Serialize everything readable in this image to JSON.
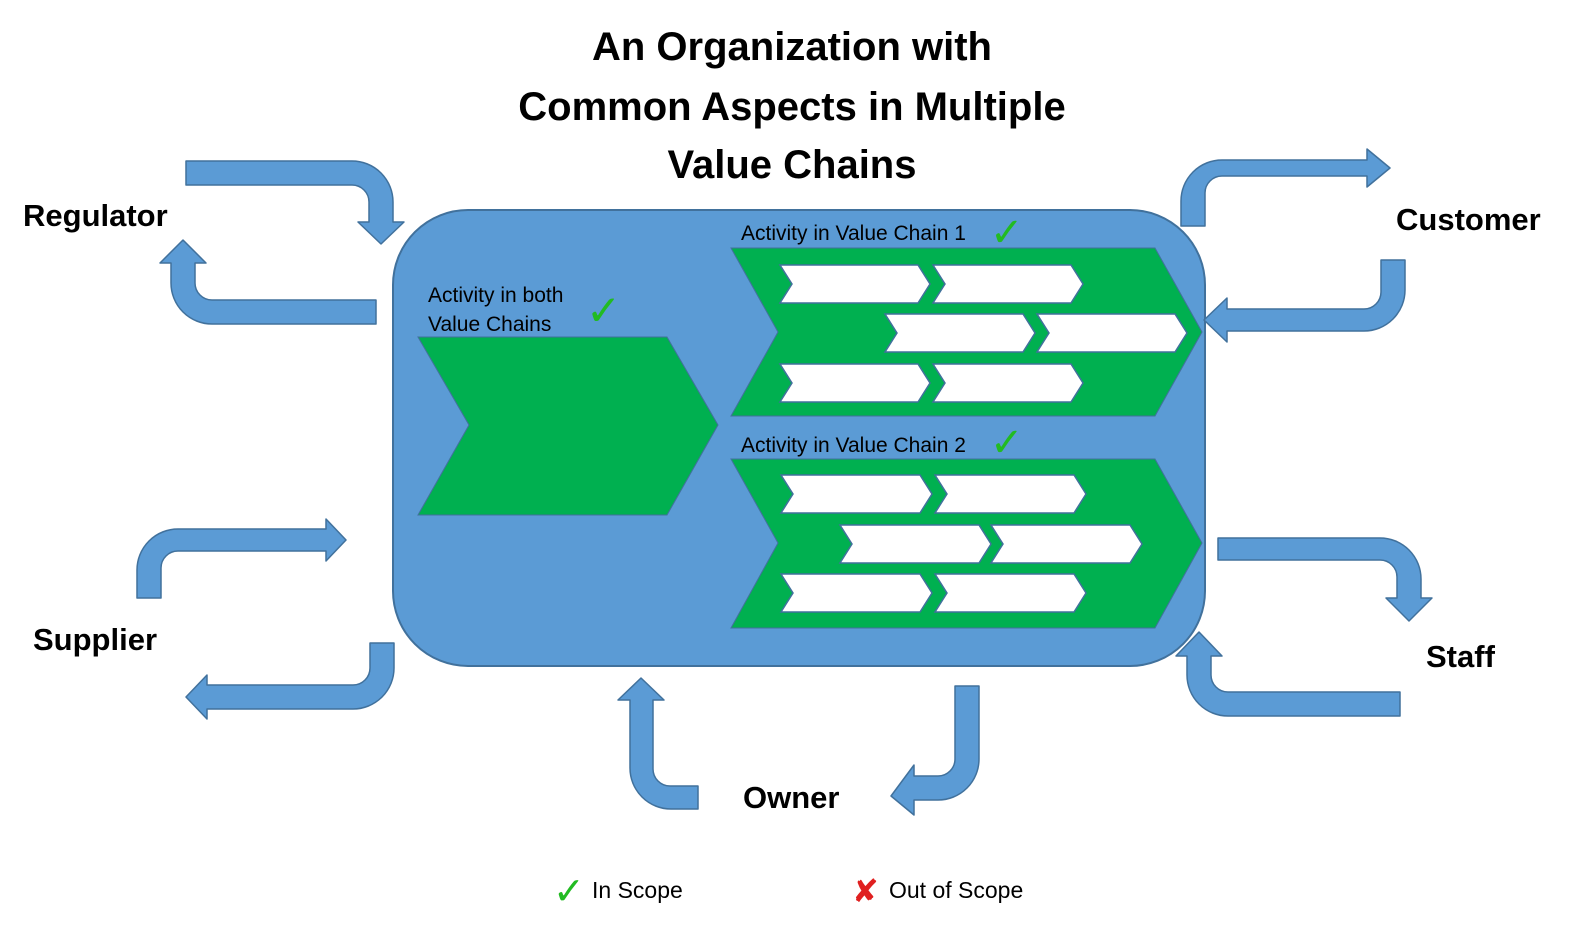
{
  "title": {
    "line1": "An Organization with",
    "line2": "Common Aspects in Multiple",
    "line3": "Value Chains"
  },
  "stakeholders": {
    "regulator": "Regulator",
    "customer": "Customer",
    "supplier": "Supplier",
    "staff": "Staff",
    "owner": "Owner"
  },
  "activities": {
    "both_line1": "Activity in both",
    "both_line2": "Value Chains",
    "chain1": "Activity in Value Chain 1",
    "chain2": "Activity in Value Chain 2"
  },
  "marks": {
    "check": "✓",
    "cross": "✘"
  },
  "legend": {
    "in_scope": "In Scope",
    "out_of_scope": "Out of Scope"
  },
  "colors": {
    "organization_fill": "#5b9bd5",
    "organization_stroke": "#41719c",
    "activity_green": "#00b050",
    "arrow_fill": "#5b9bd5",
    "check_green": "#22bb22",
    "cross_red": "#e02020"
  }
}
